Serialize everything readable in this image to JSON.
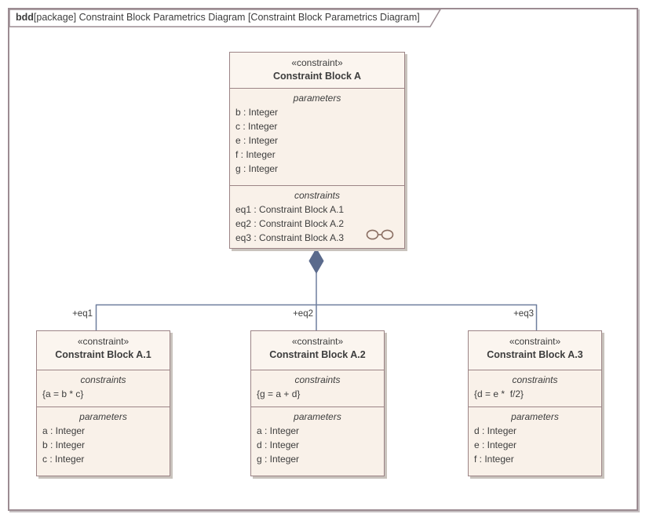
{
  "frame": {
    "title_keyword": "bdd",
    "title_rest": "[package] Constraint Block Parametrics Diagram [Constraint Block Parametrics Diagram]"
  },
  "colors": {
    "block_fill": "#f9f1e9",
    "block_header_fill": "#fbf5ef",
    "block_border": "#9c8486",
    "frame_border": "#9c8c92",
    "connector_line": "#6e7e9e",
    "diamond_fill": "#5a6a8c",
    "glasses_icon": "#8a6e62",
    "text": "#3d3d3d"
  },
  "blocks": {
    "a": {
      "stereotype": "«constraint»",
      "name": "Constraint Block A",
      "parameters_label": "parameters",
      "parameters": [
        "b : Integer",
        "c : Integer",
        "e : Integer",
        "f : Integer",
        "g : Integer"
      ],
      "constraints_label": "constraints",
      "constraints": [
        "eq1 : Constraint Block A.1",
        "eq2 : Constraint Block A.2",
        "eq3 : Constraint Block A.3"
      ]
    },
    "a1": {
      "stereotype": "«constraint»",
      "name": "Constraint Block A.1",
      "constraints_label": "constraints",
      "constraints": [
        "{a = b * c}"
      ],
      "parameters_label": "parameters",
      "parameters": [
        "a : Integer",
        "b : Integer",
        "c : Integer"
      ]
    },
    "a2": {
      "stereotype": "«constraint»",
      "name": "Constraint Block A.2",
      "constraints_label": "constraints",
      "constraints": [
        "{g = a + d}"
      ],
      "parameters_label": "parameters",
      "parameters": [
        "a : Integer",
        "d : Integer",
        "g : Integer"
      ]
    },
    "a3": {
      "stereotype": "«constraint»",
      "name": "Constraint Block A.3",
      "constraints_label": "constraints",
      "constraints": [
        "{d = e *  f/2}"
      ],
      "parameters_label": "parameters",
      "parameters": [
        "d : Integer",
        "e : Integer",
        "f : Integer"
      ]
    }
  },
  "connectors": {
    "labels": [
      "+eq1",
      "+eq2",
      "+eq3"
    ]
  }
}
